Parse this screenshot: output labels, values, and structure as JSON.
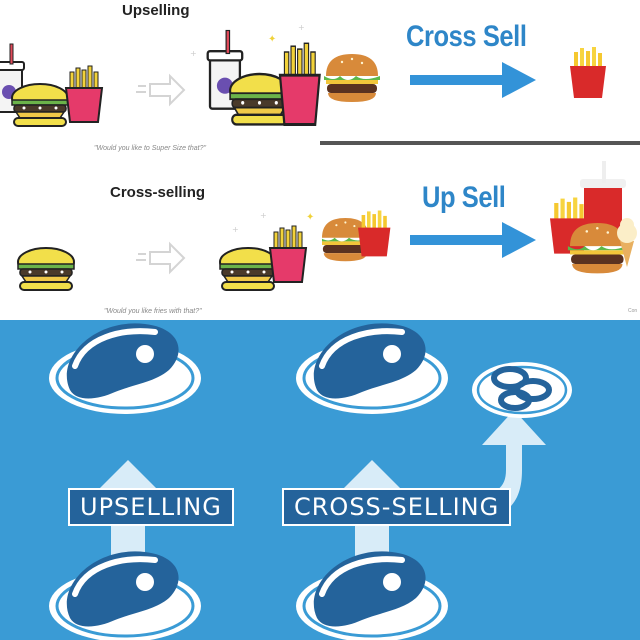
{
  "upselling_panel": {
    "title": "Upselling",
    "caption": "\"Would you like to Super Size that?\""
  },
  "cross_selling_panel": {
    "title": "Cross-selling",
    "caption": "\"Would you like fries with that?\""
  },
  "cross_sell_graphic": {
    "label": "Cross Sell"
  },
  "up_sell_graphic": {
    "label": "Up Sell",
    "corner_text": "Con"
  },
  "steak_diagram": {
    "upselling_label": "UPSELLING",
    "cross_selling_label": "CROSS-SELLING"
  },
  "colors": {
    "diagram_background": "#3a9bd5",
    "steak_dark": "#24639b",
    "arrow_light": "#d8ecf8",
    "label_blue": "#2e86c8"
  }
}
